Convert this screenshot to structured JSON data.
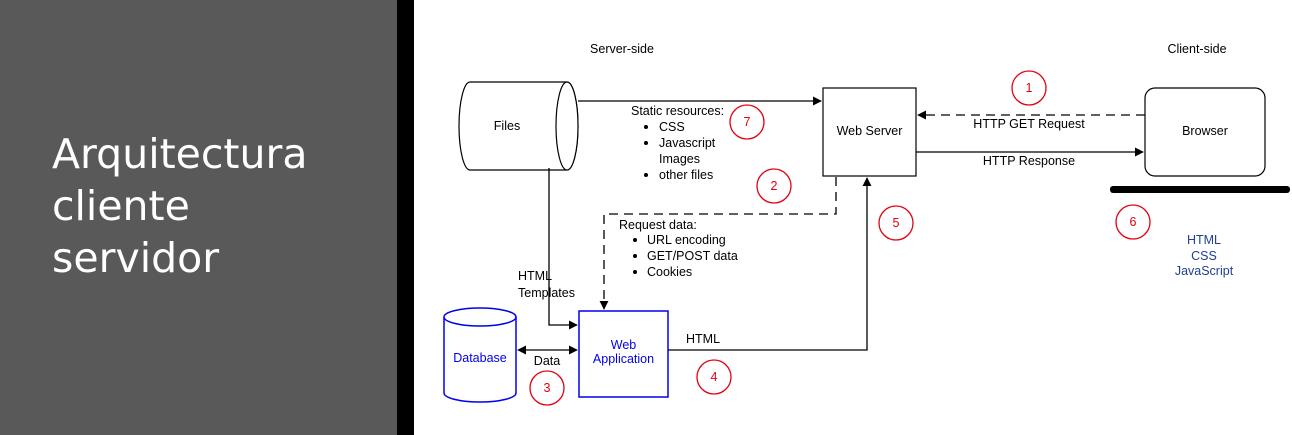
{
  "slide": {
    "title_lines": [
      "Arquitectura",
      "cliente",
      "servidor"
    ]
  },
  "colors": {
    "panel": "#595959",
    "divider": "#000000",
    "title_text": "#ffffff",
    "marker": "#e3000f",
    "webapp": "#0000ee",
    "client_tech": "#1f3f8f"
  },
  "diagram": {
    "headers": {
      "server_side": "Server-side",
      "client_side": "Client-side"
    },
    "nodes": {
      "files": "Files",
      "web_server": "Web Server",
      "browser": "Browser",
      "database": "Database",
      "web_application_line1": "Web",
      "web_application_line2": "Application"
    },
    "edges": {
      "http_get_request": "HTTP GET Request",
      "http_response": "HTTP Response",
      "static_resources_title": "Static resources:",
      "static_resources": [
        "CSS",
        "Javascript",
        "Images",
        "other files"
      ],
      "request_data_title": "Request data:",
      "request_data": [
        "URL encoding",
        "GET/POST data",
        "Cookies"
      ],
      "html_templates_line1": "HTML",
      "html_templates_line2": "Templates",
      "data": "Data",
      "html": "HTML"
    },
    "client_tech": [
      "HTML",
      "CSS",
      "JavaScript"
    ],
    "steps": [
      "1",
      "2",
      "3",
      "4",
      "5",
      "6",
      "7"
    ]
  }
}
